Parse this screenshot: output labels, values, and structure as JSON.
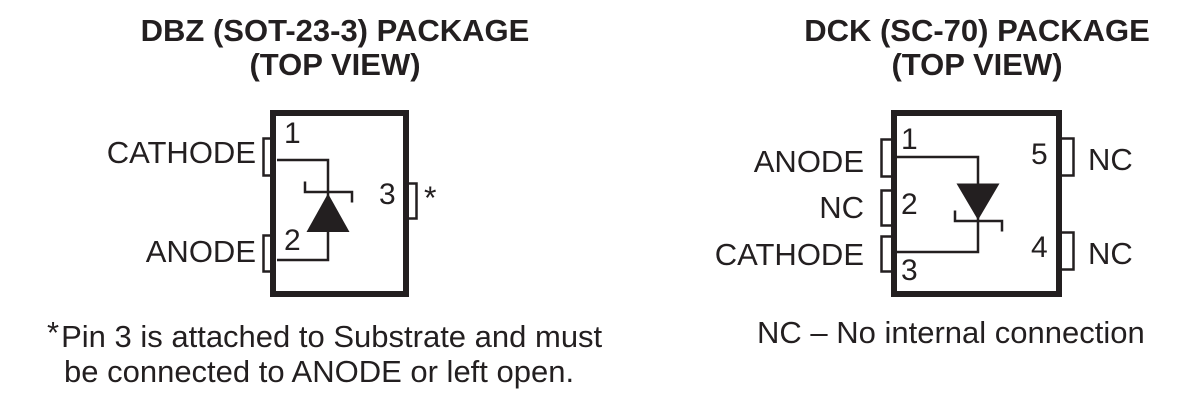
{
  "ink": "#231F20",
  "dbz": {
    "title_line1": "DBZ (SOT-23-3) PACKAGE",
    "title_line2": "(TOP VIEW)",
    "pins": {
      "pin1": {
        "number": "1",
        "label": "CATHODE"
      },
      "pin2": {
        "number": "2",
        "label": "ANODE"
      },
      "pin3": {
        "number": "3",
        "label": "*"
      }
    },
    "footnote": {
      "star": "*",
      "line1": "Pin 3 is attached to Substrate and must",
      "line2": "be connected to ANODE or left open."
    }
  },
  "dck": {
    "title_line1": "DCK (SC-70) PACKAGE",
    "title_line2": "(TOP VIEW)",
    "pins": {
      "pin1": {
        "number": "1",
        "label": "ANODE"
      },
      "pin2": {
        "number": "2",
        "label": "NC"
      },
      "pin3": {
        "number": "3",
        "label": "CATHODE"
      },
      "pin4": {
        "number": "4",
        "label": "NC"
      },
      "pin5": {
        "number": "5",
        "label": "NC"
      }
    },
    "footnote": "NC – No internal connection"
  }
}
